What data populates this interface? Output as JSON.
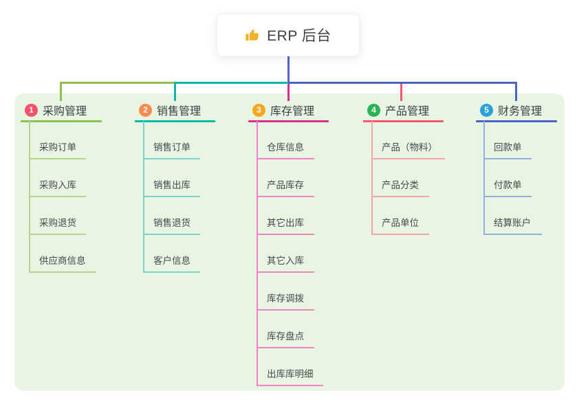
{
  "root": {
    "title": "ERP 后台",
    "icon": "thumbs-up-icon",
    "icon_color": "#f2b32a"
  },
  "panel_bg": "#e8f5e3",
  "connector_stem_color": "#5565c9",
  "branches": [
    {
      "index": "1",
      "title": "采购管理",
      "badge_color": "#f4516c",
      "line_color": "#8cc152",
      "light_line_color": "#b2d589",
      "children": [
        "采购订单",
        "采购入库",
        "采购退货",
        "供应商信息"
      ]
    },
    {
      "index": "2",
      "title": "销售管理",
      "badge_color": "#fb8b50",
      "line_color": "#10b5aa",
      "light_line_color": "#7ad2c9",
      "children": [
        "销售订单",
        "销售出库",
        "销售退货",
        "客户信息"
      ]
    },
    {
      "index": "3",
      "title": "库存管理",
      "badge_color": "#f8a61b",
      "line_color": "#d6308f",
      "light_line_color": "#ef82c4",
      "children": [
        "仓库信息",
        "产品库存",
        "其它出库",
        "其它入库",
        "库存调拨",
        "库存盘点",
        "出库库明细"
      ]
    },
    {
      "index": "4",
      "title": "产品管理",
      "badge_color": "#29b356",
      "line_color": "#f4566c",
      "light_line_color": "#f9a1ad",
      "children": [
        "产品（物料）",
        "产品分类",
        "产品单位"
      ]
    },
    {
      "index": "5",
      "title": "财务管理",
      "badge_color": "#2aa0dd",
      "line_color": "#4a63c8",
      "light_line_color": "#96aede",
      "children": [
        "回款单",
        "付款单",
        "结算账户"
      ]
    }
  ]
}
